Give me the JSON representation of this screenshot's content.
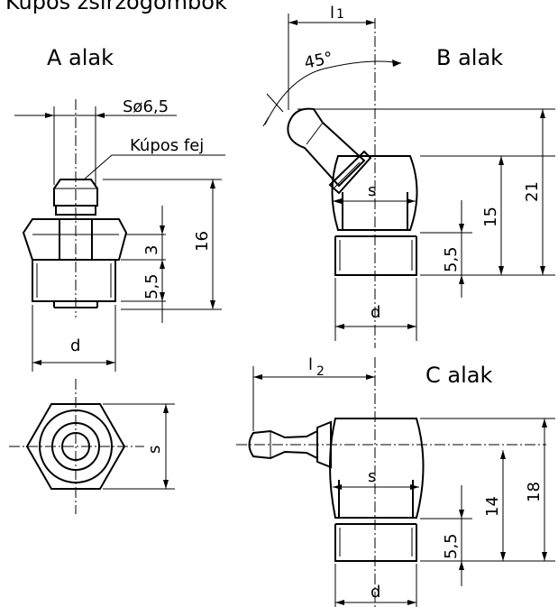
{
  "title": "Kúpos zsírzógombok",
  "views": {
    "a": {
      "label": "A alak",
      "thread_dim": "Sø6,5",
      "callout": "Kúpos fej",
      "dim_16": "16",
      "dim_3": "3",
      "dim_55": "5,5",
      "dim_d": "d",
      "dim_s": "s"
    },
    "b": {
      "label": "B alak",
      "dim_l1": "l",
      "dim_l1_sub": "1",
      "angle": "45°",
      "dim_21": "21",
      "dim_15": "15",
      "dim_55": "5,5",
      "dim_s": "s",
      "dim_d": "d"
    },
    "c": {
      "label": "C alak",
      "dim_l2": "l",
      "dim_l2_sub": "2",
      "dim_18": "18",
      "dim_14": "14",
      "dim_55": "5,5",
      "dim_s": "s",
      "dim_d": "d"
    }
  }
}
